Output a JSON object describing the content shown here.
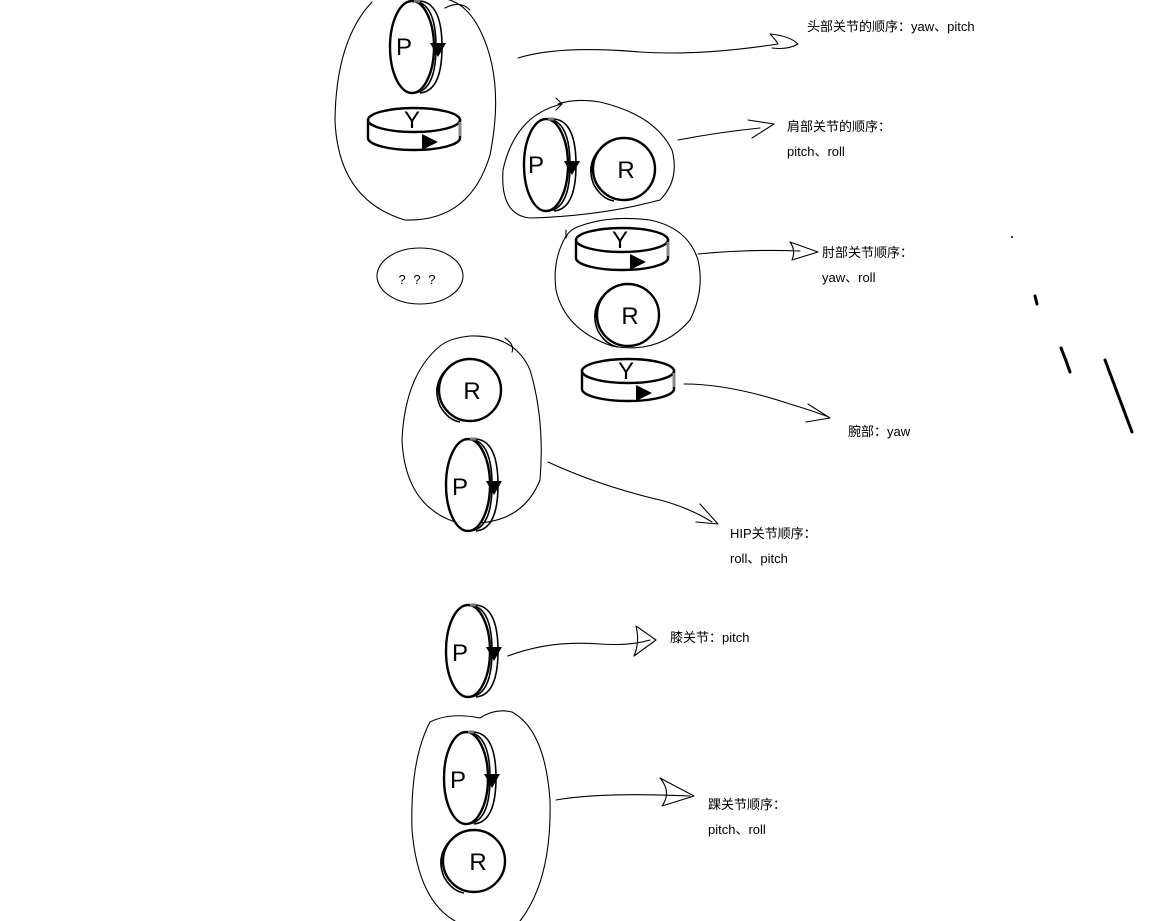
{
  "symbols": {
    "pitch": "P",
    "yaw": "Y",
    "roll": "R",
    "unknown": "? ? ?"
  },
  "labels": {
    "head": [
      "头部关节的顺序：yaw、pitch"
    ],
    "shoulder": [
      "肩部关节的顺序：",
      "pitch、roll"
    ],
    "elbow": [
      "肘部关节顺序：",
      "yaw、roll"
    ],
    "wrist": [
      "腕部：yaw"
    ],
    "hip": [
      "HIP关节顺序：",
      "roll、pitch"
    ],
    "knee": [
      "膝关节：pitch"
    ],
    "ankle": [
      "踝关节顺序：",
      "pitch、roll"
    ]
  }
}
